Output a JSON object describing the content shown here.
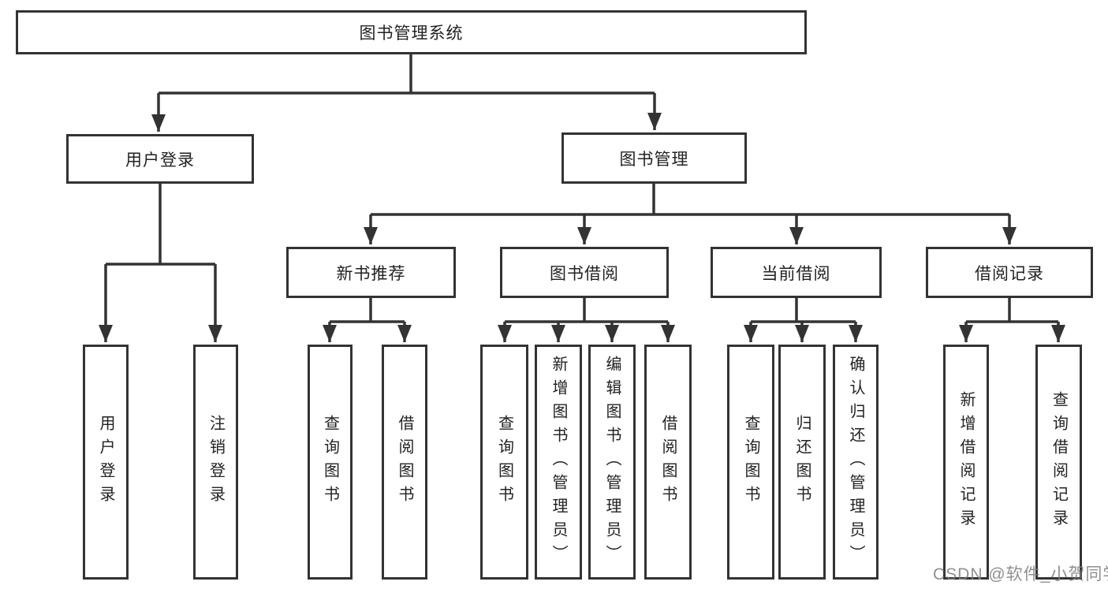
{
  "tree": {
    "label": "图书管理系统",
    "children": [
      {
        "label": "用户登录",
        "children": [
          {
            "label": "用户登录"
          },
          {
            "label": "注销登录"
          }
        ]
      },
      {
        "label": "图书管理",
        "children": [
          {
            "label": "新书推荐",
            "children": [
              {
                "label": "查询图书"
              },
              {
                "label": "借阅图书"
              }
            ]
          },
          {
            "label": "图书借阅",
            "children": [
              {
                "label": "查询图书"
              },
              {
                "label": "新增图书（管理员）"
              },
              {
                "label": "编辑图书（管理员）"
              },
              {
                "label": "借阅图书"
              }
            ]
          },
          {
            "label": "当前借阅",
            "children": [
              {
                "label": "查询图书"
              },
              {
                "label": "归还图书"
              },
              {
                "label": "确认归还（管理员）"
              }
            ]
          },
          {
            "label": "借阅记录",
            "children": [
              {
                "label": "新增借阅记录"
              },
              {
                "label": "查询借阅记录"
              }
            ]
          }
        ]
      }
    ]
  },
  "watermark": "CSDN @软件_小贺同学",
  "colors": {
    "line": "#333333",
    "text": "#222222",
    "background": "#ffffff",
    "watermark": "#808080"
  }
}
